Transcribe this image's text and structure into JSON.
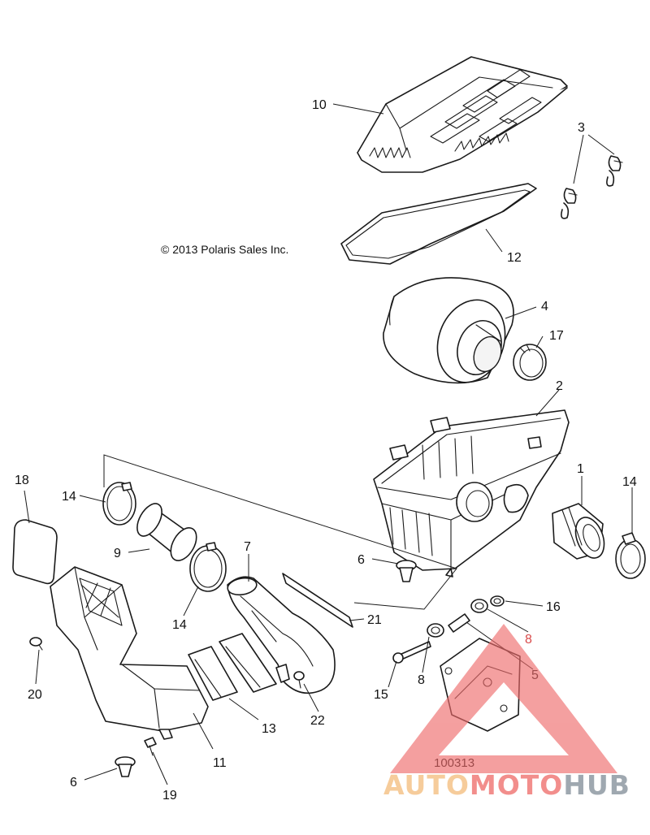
{
  "diagram": {
    "copyright": "© 2013 Polaris Sales Inc.",
    "drawing_number": "100313",
    "callouts": {
      "c10": "10",
      "c3": "3",
      "c12": "12",
      "c4": "4",
      "c17": "17",
      "c2": "2",
      "c1": "1",
      "c14_right": "14",
      "c18": "18",
      "c14_left": "14",
      "c9": "9",
      "c14_mid": "14",
      "c7": "7",
      "c6_mid": "6",
      "c16": "16",
      "c8_right": "8",
      "c21": "21",
      "c20": "20",
      "c15": "15",
      "c8_left": "8",
      "c5": "5",
      "c13": "13",
      "c22": "22",
      "c11": "11",
      "c6_bottom": "6",
      "c19": "19"
    }
  },
  "watermark": {
    "part1": "AUTO",
    "part2": "MOTO",
    "part3": "HUB",
    "color_part1": "#f5c48a",
    "color_part2": "#f07b78",
    "color_part3": "#8f9aa3",
    "triangle_color": "#ee6a6a"
  }
}
